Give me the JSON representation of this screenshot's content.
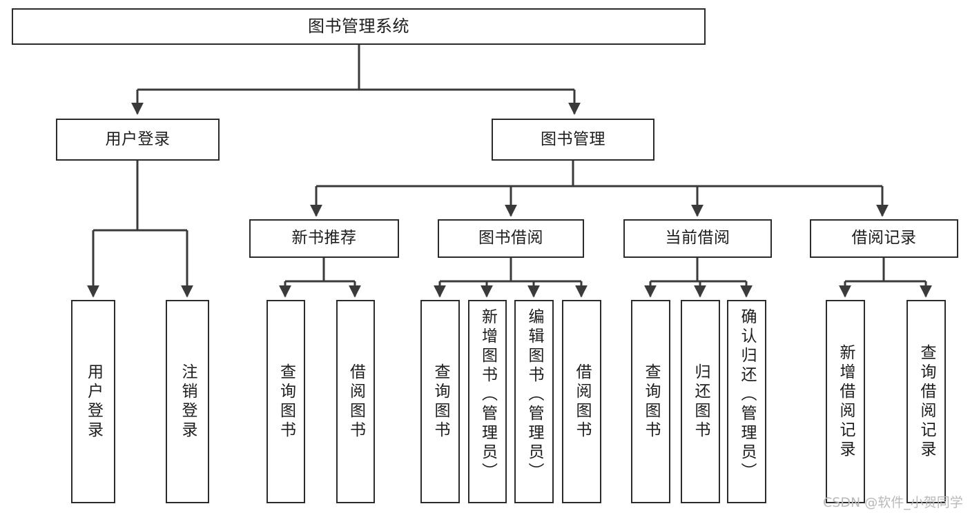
{
  "diagram": {
    "type": "tree",
    "title": "图书管理系统",
    "watermark": "CSDN @软件_小贺同学",
    "colors": {
      "background": "#ffffff",
      "node_fill": "#ffffff",
      "node_border": "#2b2b2b",
      "edge": "#3a3a3a",
      "text": "#1d1d1d",
      "watermark": "#b9b9b9"
    },
    "nodes": {
      "root": "图书管理系统",
      "level2": {
        "user_login": "用户登录",
        "book_manage": "图书管理"
      },
      "level3": {
        "new_book_rec": "新书推荐",
        "book_borrow": "图书借阅",
        "current_borrow": "当前借阅",
        "borrow_record": "借阅记录"
      },
      "leaves": {
        "user_login_1": "用户登录",
        "user_login_2": "注销登录",
        "new_book_rec_1": "查询图书",
        "new_book_rec_2": "借阅图书",
        "book_borrow_1": "查询图书",
        "book_borrow_2": "新增图书（管理员）",
        "book_borrow_3": "编辑图书（管理员）",
        "book_borrow_4": "借阅图书",
        "current_borrow_1": "查询图书",
        "current_borrow_2": "归还图书",
        "current_borrow_3": "确认归还（管理员）",
        "borrow_record_1": "新增借阅记录",
        "borrow_record_2": "查询借阅记录"
      }
    },
    "edges": [
      {
        "from": "root",
        "to": "user_login"
      },
      {
        "from": "root",
        "to": "book_manage"
      },
      {
        "from": "user_login",
        "to": "user_login_1"
      },
      {
        "from": "user_login",
        "to": "user_login_2"
      },
      {
        "from": "book_manage",
        "to": "new_book_rec"
      },
      {
        "from": "book_manage",
        "to": "book_borrow"
      },
      {
        "from": "book_manage",
        "to": "current_borrow"
      },
      {
        "from": "book_manage",
        "to": "borrow_record"
      },
      {
        "from": "new_book_rec",
        "to": "new_book_rec_1"
      },
      {
        "from": "new_book_rec",
        "to": "new_book_rec_2"
      },
      {
        "from": "book_borrow",
        "to": "book_borrow_1"
      },
      {
        "from": "book_borrow",
        "to": "book_borrow_2"
      },
      {
        "from": "book_borrow",
        "to": "book_borrow_3"
      },
      {
        "from": "book_borrow",
        "to": "book_borrow_4"
      },
      {
        "from": "current_borrow",
        "to": "current_borrow_1"
      },
      {
        "from": "current_borrow",
        "to": "current_borrow_2"
      },
      {
        "from": "current_borrow",
        "to": "current_borrow_3"
      },
      {
        "from": "borrow_record",
        "to": "borrow_record_1"
      },
      {
        "from": "borrow_record",
        "to": "borrow_record_2"
      }
    ]
  }
}
